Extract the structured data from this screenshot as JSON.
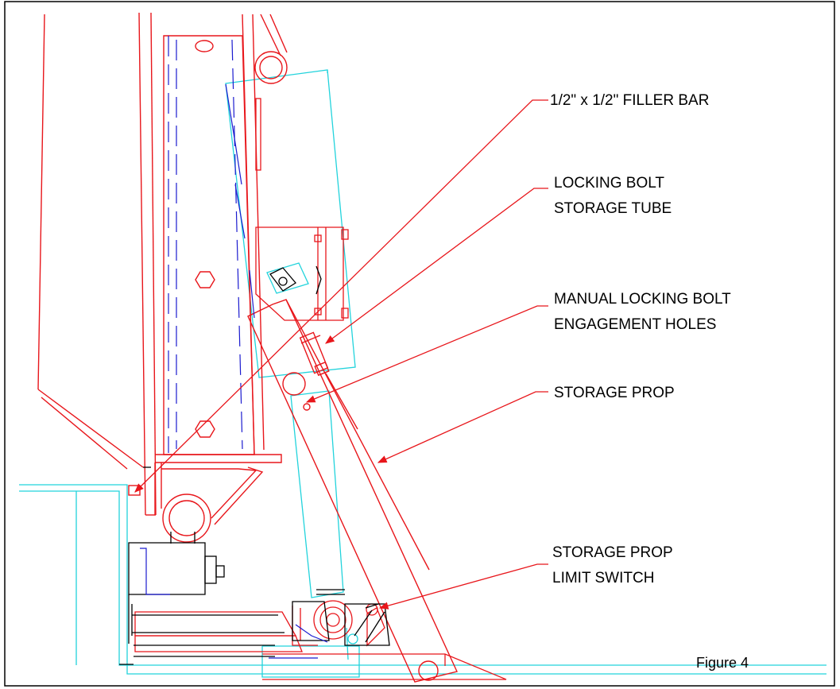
{
  "figure_caption": "Figure 4",
  "callouts": {
    "filler_bar": "1/2\" x 1/2\" FILLER BAR",
    "locking_bolt_line1": "LOCKING BOLT",
    "locking_bolt_line2": "STORAGE TUBE",
    "manual_bolt_line1": "MANUAL LOCKING BOLT",
    "manual_bolt_line2": "ENGAGEMENT HOLES",
    "storage_prop": "STORAGE PROP",
    "limit_switch_line1": "STORAGE PROP",
    "limit_switch_line2": "LIMIT SWITCH"
  },
  "colors": {
    "frame": "#000000",
    "structure_red": "#e8161b",
    "hydraulic_cyan": "#22d3dc",
    "hidden_blue": "#1b1bcf",
    "text": "#000000"
  }
}
